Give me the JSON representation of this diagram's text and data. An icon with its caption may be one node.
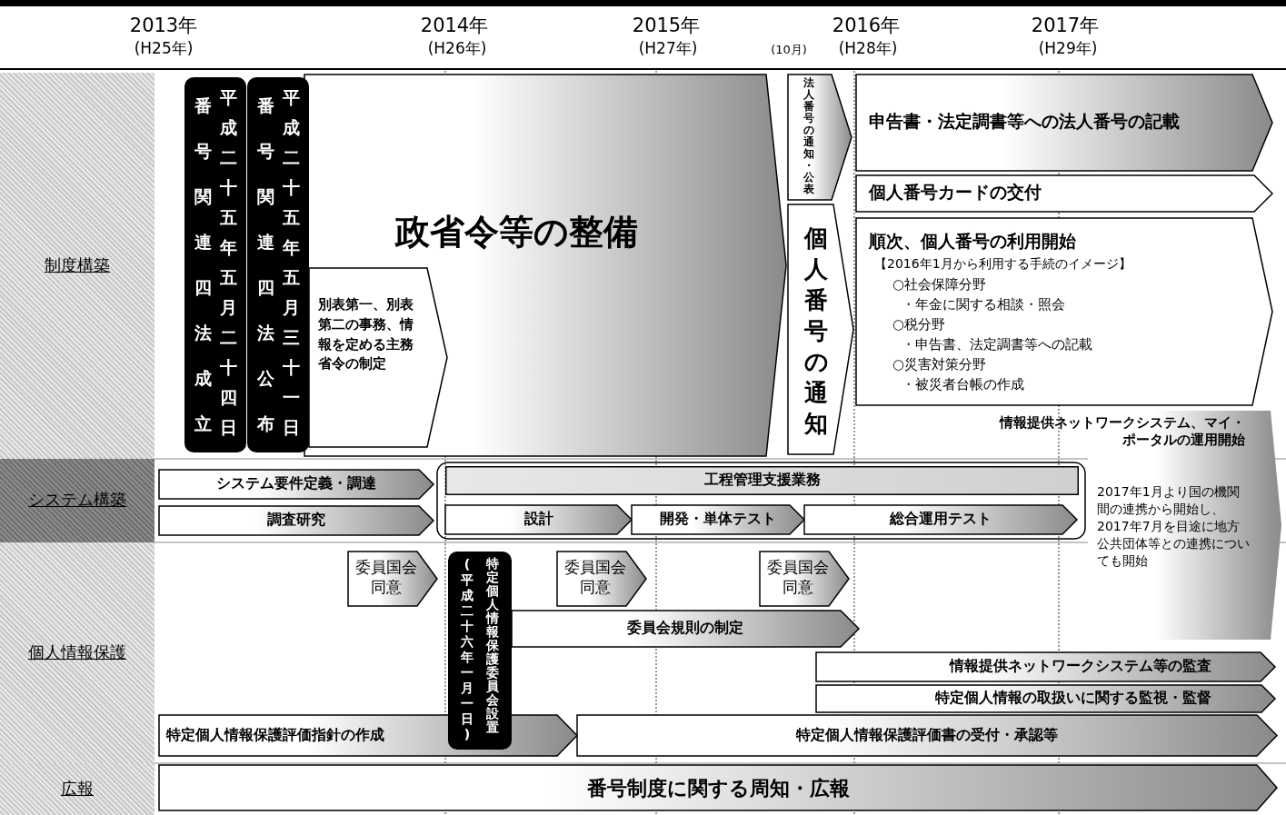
{
  "diagram": {
    "nodes": [
      {
        "text": [
          "制度構築"
        ]
      },
      {
        "text": [
          "番号関連四法成立",
          "平成二十五年五月二十四日"
        ]
      },
      {
        "text": [
          "番号関連四法公布",
          "平成二十五年五月三十一日"
        ]
      },
      {
        "text": [
          "政省令等の整備"
        ]
      },
      {
        "text": [
          "別表第一、別表第二の事務、情報を定める主務省令の制定"
        ],
        "in": 3
      },
      {
        "text": [
          "法人番号の通知・公表"
        ]
      },
      {
        "text": [
          "個人番号の通知"
        ]
      },
      {
        "text": [
          "申告書・法定調書等への法人番号の記載"
        ]
      },
      {
        "text": [
          "個人番号カードの交付"
        ]
      },
      {
        "text": [
          "順次、個人番号の利用開始",
          "【2016年1月から利用する手続のイメージ】",
          "○社会保障分野",
          "・年金に関する相談・照会",
          "○税分野",
          "・申告書、法定調書等への記載",
          "○災害対策分野",
          "・被災者台帳の作成"
        ]
      },
      {
        "text": [
          "情報提供ネットワークシステム、マイ・ポータルの運用開始",
          "2017年1月より国の機関間の連携から開始し、2017年7月を目途に地方公共団体等との連携についても開始"
        ]
      },
      {
        "text": [
          "システム構築"
        ]
      },
      {
        "text": [
          "システム要件定義・調達"
        ]
      },
      {
        "text": [
          "調査研究"
        ]
      },
      {
        "text": [],
        "shape": "box"
      },
      {
        "text": [
          "工程管理支援業務"
        ],
        "in": 14
      },
      {
        "text": [
          "設計"
        ],
        "in": 14
      },
      {
        "text": [
          "開発・単体テスト"
        ],
        "in": 14
      },
      {
        "text": [
          "総合運用テスト"
        ],
        "in": 14
      },
      {
        "text": [
          "個人情報保護"
        ]
      },
      {
        "text": [
          "委員国会同意"
        ]
      },
      {
        "text": [
          "(平成二十六年一月一日)",
          "特定個人情報保護委員会設置"
        ]
      },
      {
        "text": [
          "委員国会同意"
        ]
      },
      {
        "text": [
          "委員国会同意"
        ]
      },
      {
        "text": [
          "委員会規則の制定"
        ]
      },
      {
        "text": [
          "情報提供ネットワークシステム等の監査"
        ]
      },
      {
        "text": [
          "特定個人情報の取扱いに関する監視・監督"
        ]
      },
      {
        "text": [
          "特定個人情報保護評価指針の作成"
        ]
      },
      {
        "text": [
          "特定個人情報保護評価書の受付・承認等"
        ]
      },
      {
        "text": [
          "広報"
        ]
      },
      {
        "text": [
          "番号制度に関する周知・広報"
        ]
      }
    ],
    "edges": [],
    "labels": [
      "2013年",
      "(H25年)",
      "2014年",
      "(H26年)",
      "2015年",
      "(H27年)",
      "(10月)",
      "2016年",
      "(H28年)",
      "2017年",
      "(H29年)"
    ]
  }
}
